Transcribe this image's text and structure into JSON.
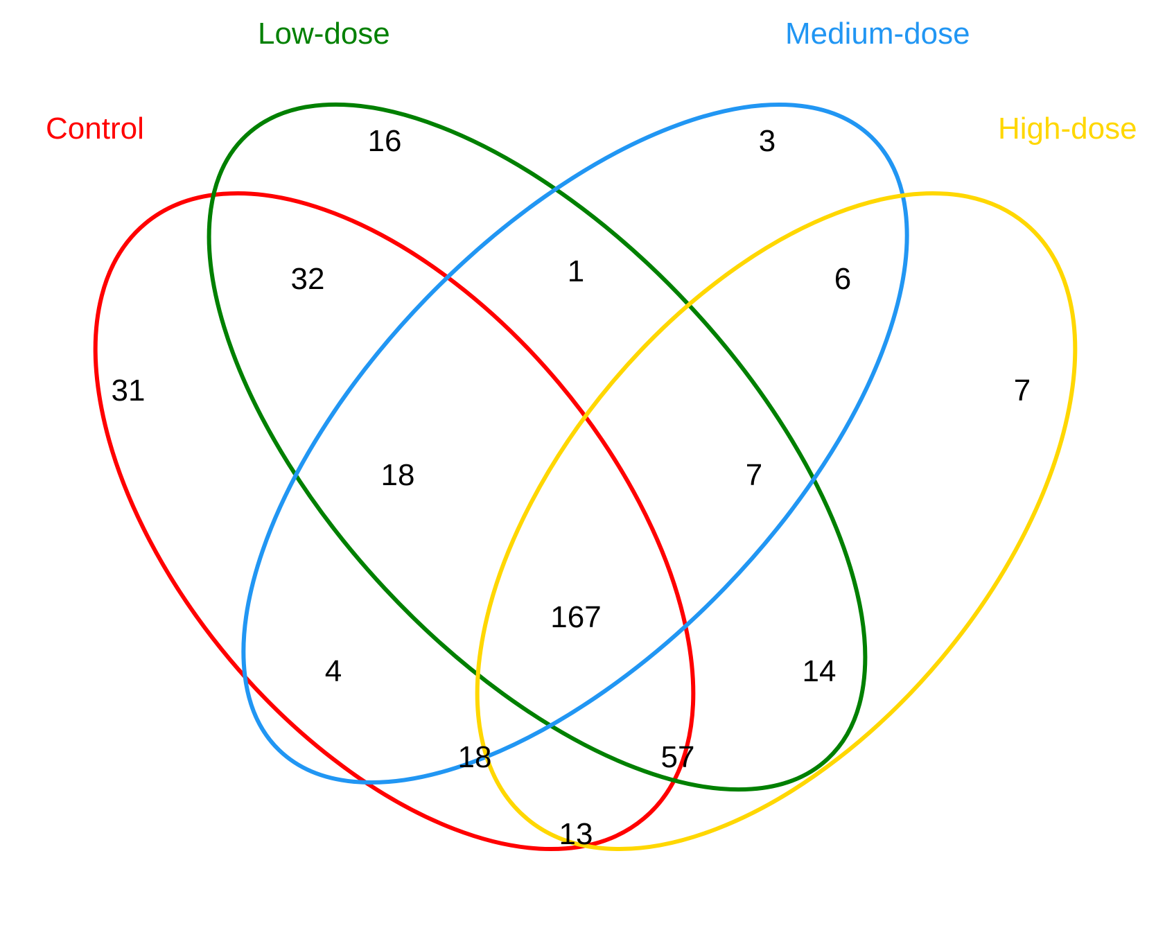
{
  "sets": [
    {
      "id": "control",
      "label": "Control",
      "color": "#ff0000"
    },
    {
      "id": "low",
      "label": "Low-dose",
      "color": "#008000"
    },
    {
      "id": "medium",
      "label": "Medium-dose",
      "color": "#2196f3"
    },
    {
      "id": "high",
      "label": "High-dose",
      "color": "#ffd700"
    }
  ],
  "regions": [
    {
      "sets": [
        "control"
      ],
      "count": "31"
    },
    {
      "sets": [
        "low"
      ],
      "count": "16"
    },
    {
      "sets": [
        "medium"
      ],
      "count": "3"
    },
    {
      "sets": [
        "high"
      ],
      "count": "7"
    },
    {
      "sets": [
        "control",
        "low"
      ],
      "count": "32"
    },
    {
      "sets": [
        "low",
        "medium"
      ],
      "count": "1"
    },
    {
      "sets": [
        "medium",
        "high"
      ],
      "count": "6"
    },
    {
      "sets": [
        "control",
        "low",
        "medium"
      ],
      "count": "18"
    },
    {
      "sets": [
        "low",
        "medium",
        "high"
      ],
      "count": "7"
    },
    {
      "sets": [
        "control",
        "low",
        "medium",
        "high"
      ],
      "count": "167"
    },
    {
      "sets": [
        "control",
        "medium"
      ],
      "count": "4"
    },
    {
      "sets": [
        "low",
        "high"
      ],
      "count": "14"
    },
    {
      "sets": [
        "control",
        "medium",
        "high"
      ],
      "count": "18"
    },
    {
      "sets": [
        "control",
        "low",
        "high"
      ],
      "count": "57"
    },
    {
      "sets": [
        "control",
        "high"
      ],
      "count": "13"
    }
  ]
}
